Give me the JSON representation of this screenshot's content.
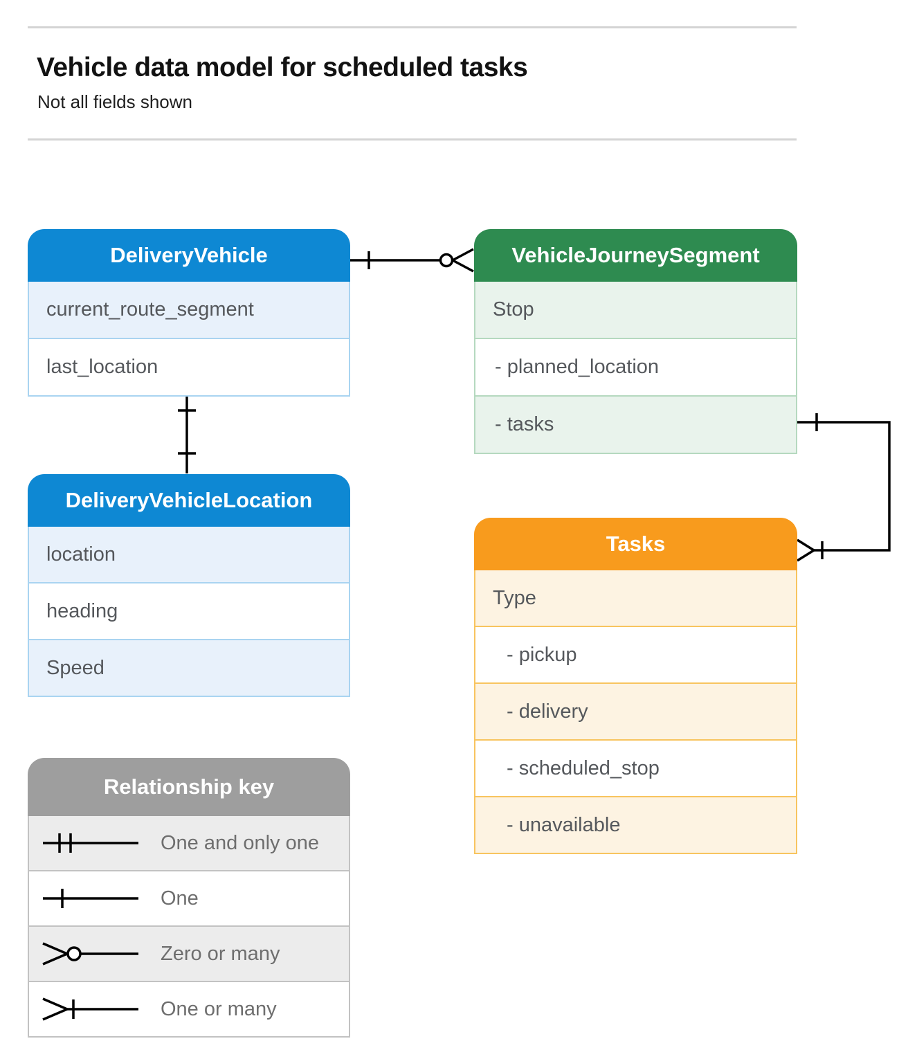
{
  "page": {
    "title": "Vehicle data model for scheduled tasks",
    "subtitle": "Not all fields shown"
  },
  "colors": {
    "blue_header": "#0e88d3",
    "blue_row_tint": "#e8f1fb",
    "green_header": "#2e8b50",
    "green_row_tint": "#e9f3ec",
    "orange_header": "#f89b1d",
    "orange_row_tint": "#fdf3e2",
    "gray_header": "#9e9e9e",
    "gray_row_tint": "#ececec",
    "connector": "#000000"
  },
  "entities": {
    "delivery_vehicle": {
      "title": "DeliveryVehicle",
      "rows": [
        "current_route_segment",
        "last_location"
      ]
    },
    "vehicle_journey_segment": {
      "title": "VehicleJourneySegment",
      "rows": [
        "Stop",
        "- planned_location",
        "- tasks"
      ]
    },
    "delivery_vehicle_location": {
      "title": "DeliveryVehicleLocation",
      "rows": [
        "location",
        "heading",
        "Speed"
      ]
    },
    "tasks": {
      "title": "Tasks",
      "rows": [
        "Type",
        "- pickup",
        "- delivery",
        "- scheduled_stop",
        "- unavailable"
      ]
    }
  },
  "relationships": [
    {
      "from": "DeliveryVehicle",
      "from_cardinality": "one",
      "to": "VehicleJourneySegment",
      "to_cardinality": "zero-or-many"
    },
    {
      "from": "DeliveryVehicle",
      "from_cardinality": "one",
      "to": "DeliveryVehicleLocation",
      "to_cardinality": "one"
    },
    {
      "from": "VehicleJourneySegment.tasks",
      "from_cardinality": "one",
      "to": "Tasks",
      "to_cardinality": "one-or-many"
    }
  ],
  "legend": {
    "title": "Relationship key",
    "items": [
      {
        "symbol": "one-and-only-one",
        "label": "One and only one"
      },
      {
        "symbol": "one",
        "label": "One"
      },
      {
        "symbol": "zero-or-many",
        "label": "Zero or many"
      },
      {
        "symbol": "one-or-many",
        "label": "One or many"
      }
    ]
  }
}
